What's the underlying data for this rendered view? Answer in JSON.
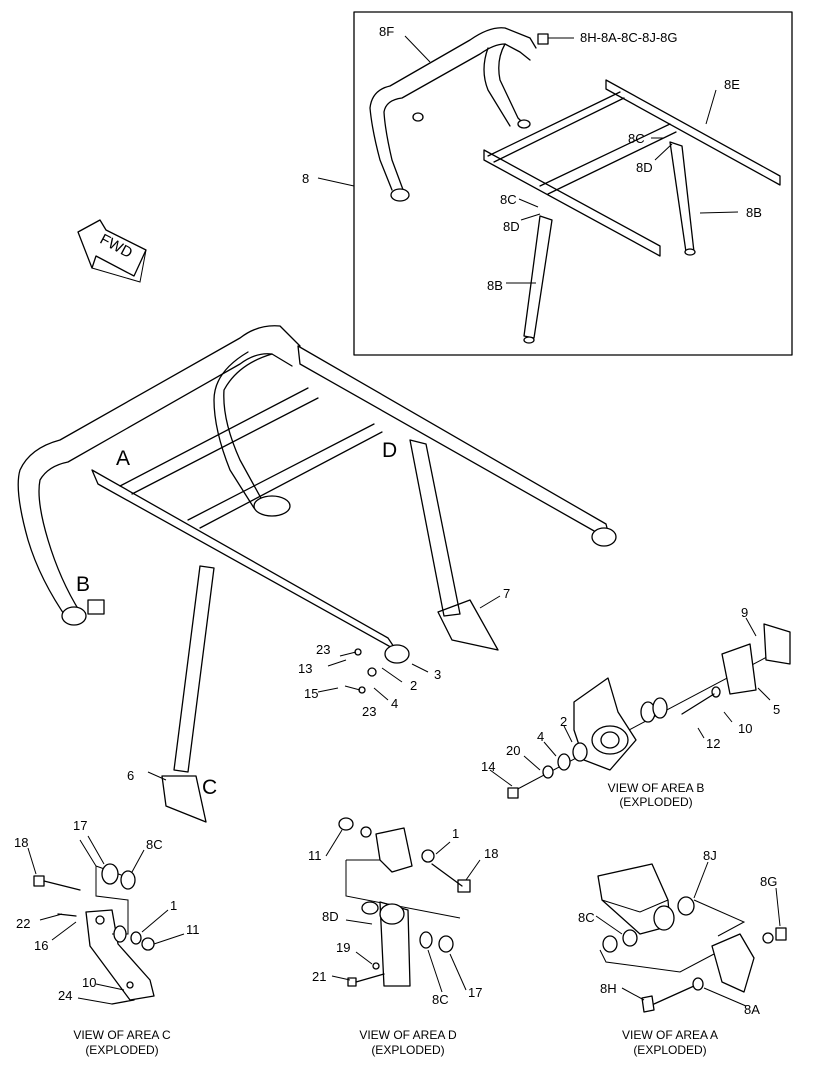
{
  "inset": {
    "labels": {
      "l8": "8",
      "l8F": "8F",
      "l8H": "8H-8A-8C-8J-8G",
      "l8E": "8E",
      "l8C_a": "8C",
      "l8D_a": "8D",
      "l8C_b": "8C",
      "l8D_b": "8D",
      "l8B_a": "8B",
      "l8B_b": "8B"
    }
  },
  "fwd": "FWD",
  "main": {
    "areas": {
      "A": "A",
      "B": "B",
      "C": "C",
      "D": "D"
    },
    "callouts": {
      "c23a": "23",
      "c13": "13",
      "c15": "15",
      "c23b": "23",
      "c2": "2",
      "c4": "4",
      "c3": "3",
      "c6": "6",
      "c7": "7"
    }
  },
  "area_b": {
    "callouts": {
      "c9": "9",
      "c5": "5",
      "c10": "10",
      "c12": "12",
      "c2": "2",
      "c4": "4",
      "c20": "20",
      "c14": "14"
    },
    "caption_1": "VIEW OF AREA B",
    "caption_2": "(EXPLODED)"
  },
  "area_c": {
    "callouts": {
      "c18": "18",
      "c17": "17",
      "c8C": "8C",
      "c1": "1",
      "c22": "22",
      "c16": "16",
      "c11": "11",
      "c10": "10",
      "c24": "24"
    },
    "caption_1": "VIEW OF AREA C",
    "caption_2": "(EXPLODED)"
  },
  "area_d": {
    "callouts": {
      "c11": "11",
      "c1": "1",
      "c18": "18",
      "c8D": "8D",
      "c19": "19",
      "c21": "21",
      "c8C": "8C",
      "c17": "17"
    },
    "caption_1": "VIEW OF AREA D",
    "caption_2": "(EXPLODED)"
  },
  "area_a": {
    "callouts": {
      "c8J": "8J",
      "c8G": "8G",
      "c8C": "8C",
      "c8H": "8H",
      "c8A": "8A"
    },
    "caption_1": "VIEW OF AREA A",
    "caption_2": "(EXPLODED)"
  }
}
